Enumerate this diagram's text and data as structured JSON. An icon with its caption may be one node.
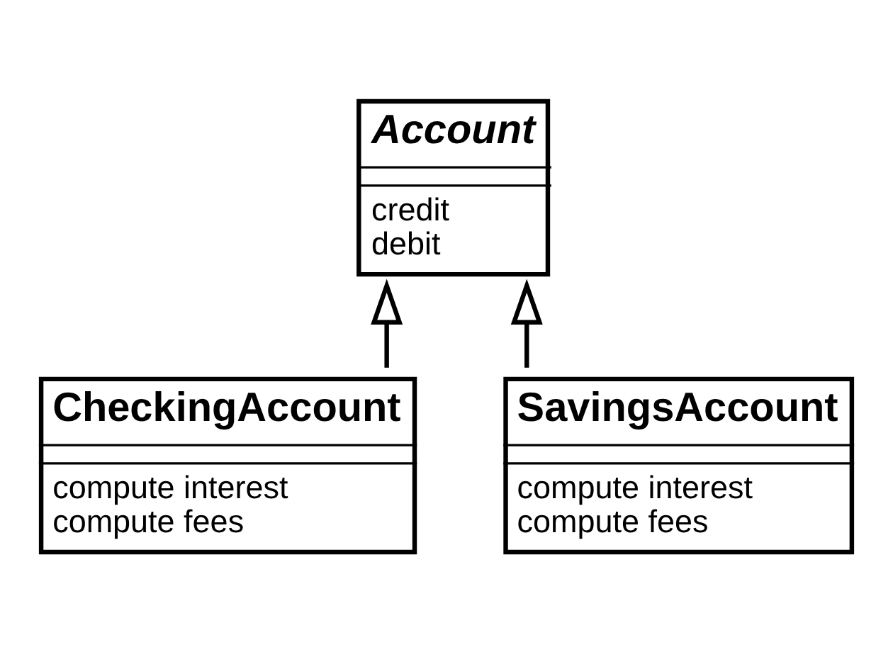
{
  "diagram": {
    "nodes": [
      {
        "text": [
          "Account",
          "credit",
          "debit"
        ]
      },
      {
        "text": [
          "CheckingAccount",
          "compute interest",
          "compute fees"
        ]
      },
      {
        "text": [
          "SavingsAccount",
          "compute interest",
          "compute fees"
        ]
      }
    ],
    "edges": [
      {
        "from": 1,
        "to": 0,
        "arrow": "to"
      },
      {
        "from": 2,
        "to": 0,
        "arrow": "to"
      }
    ]
  }
}
